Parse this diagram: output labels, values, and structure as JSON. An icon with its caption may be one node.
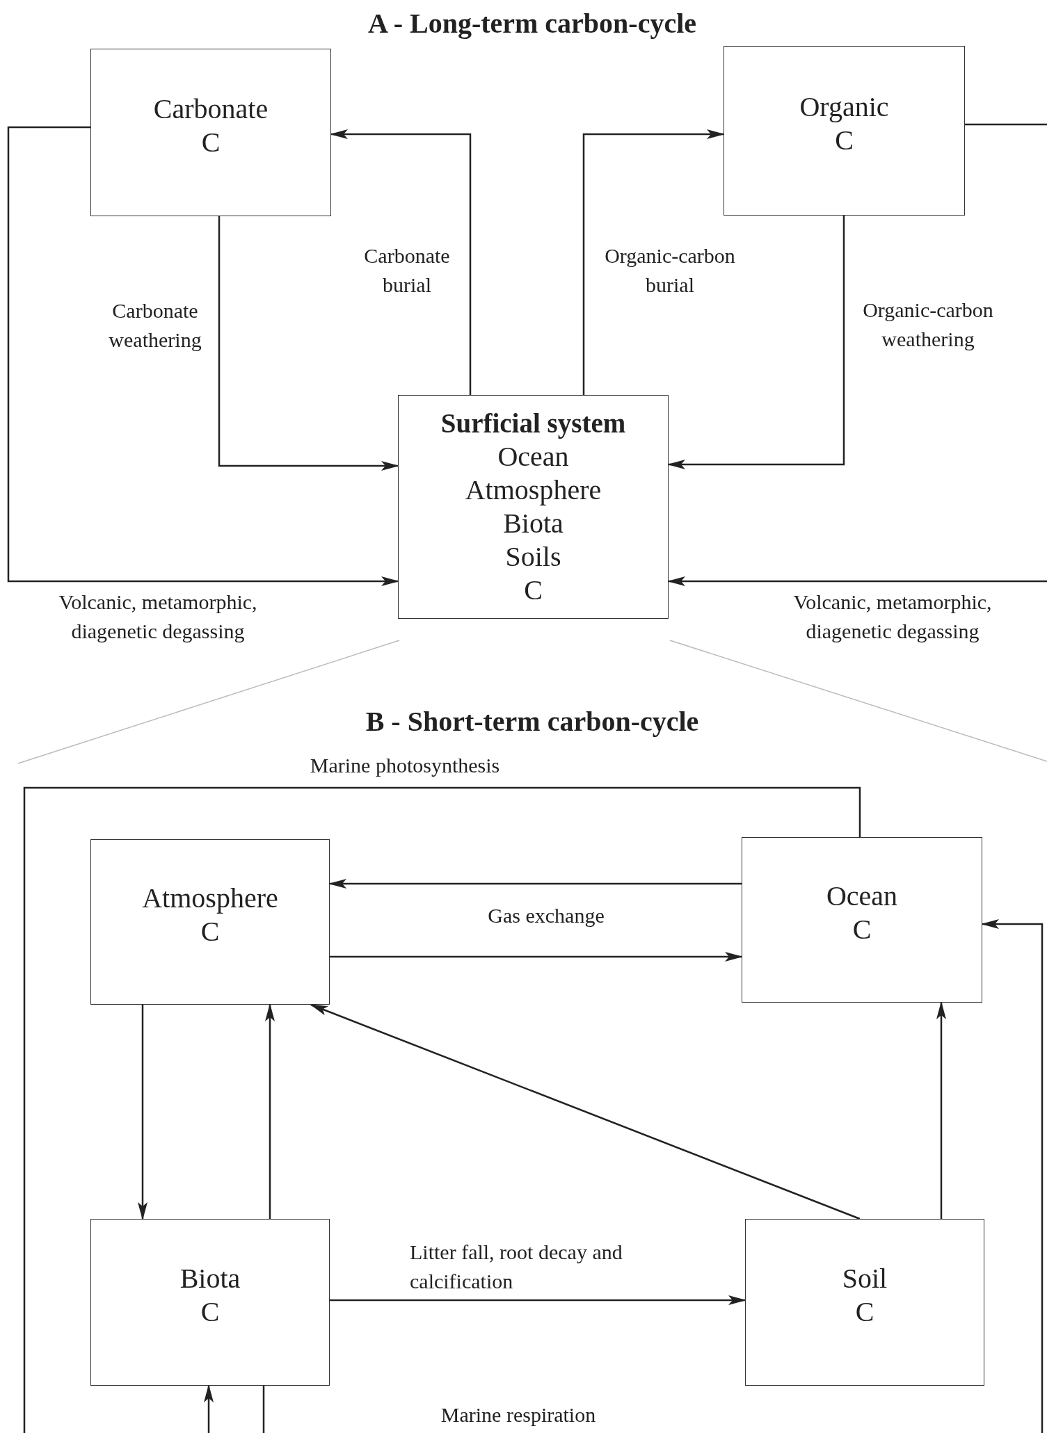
{
  "diagram": {
    "title": "A - Long-term carbon-cycle",
    "nodes": [
      {
        "text": [
          "Carbonate",
          "C"
        ]
      },
      {
        "text": [
          "Organic",
          "C"
        ]
      },
      {
        "text": [
          "Surficial system",
          "Ocean",
          "Atmosphere",
          "Biota",
          "Soils",
          "C"
        ]
      },
      {
        "text": [
          "Atmosphere",
          "C"
        ]
      },
      {
        "text": [
          "Ocean",
          "C"
        ]
      },
      {
        "text": [
          "Biota",
          "C"
        ]
      },
      {
        "text": [
          "Soil",
          "C"
        ]
      }
    ],
    "edges": [
      {
        "from": 0,
        "to": 2,
        "arrow": "to",
        "label": "Carbonate weathering"
      },
      {
        "from": 2,
        "to": 0,
        "arrow": "to",
        "label": "Carbonate burial"
      },
      {
        "from": 2,
        "to": 1,
        "arrow": "to",
        "label": "Organic-carbon burial"
      },
      {
        "from": 1,
        "to": 2,
        "arrow": "to",
        "label": "Organic-carbon weathering"
      },
      {
        "from": 0,
        "to": 2,
        "arrow": "to",
        "label": "Volcanic, metamorphic, diagenetic degassing"
      },
      {
        "from": 1,
        "to": 2,
        "arrow": "to",
        "label": "Volcanic, metamorphic, diagenetic degassing"
      },
      {
        "from": 4,
        "to": 3,
        "arrow": "to",
        "label": "Gas exchange"
      },
      {
        "from": 3,
        "to": 4,
        "arrow": "to"
      },
      {
        "from": 3,
        "to": 5,
        "arrow": "to"
      },
      {
        "from": 5,
        "to": 3,
        "arrow": "to"
      },
      {
        "from": 6,
        "to": 3,
        "arrow": "to"
      },
      {
        "from": 6,
        "to": 4,
        "arrow": "to"
      },
      {
        "from": 5,
        "to": 6,
        "arrow": "to",
        "label": "Litter fall, root decay and calcification"
      },
      {
        "from": 4,
        "to": null,
        "arrow": "none",
        "label": "Marine photosynthesis"
      },
      {
        "from": null,
        "to": 5,
        "arrow": "to"
      },
      {
        "from": 5,
        "to": null,
        "arrow": "none"
      },
      {
        "from": null,
        "to": 4,
        "arrow": "to"
      }
    ],
    "labels": [
      "B - Short-term carbon-cycle",
      "Marine respiration"
    ]
  }
}
